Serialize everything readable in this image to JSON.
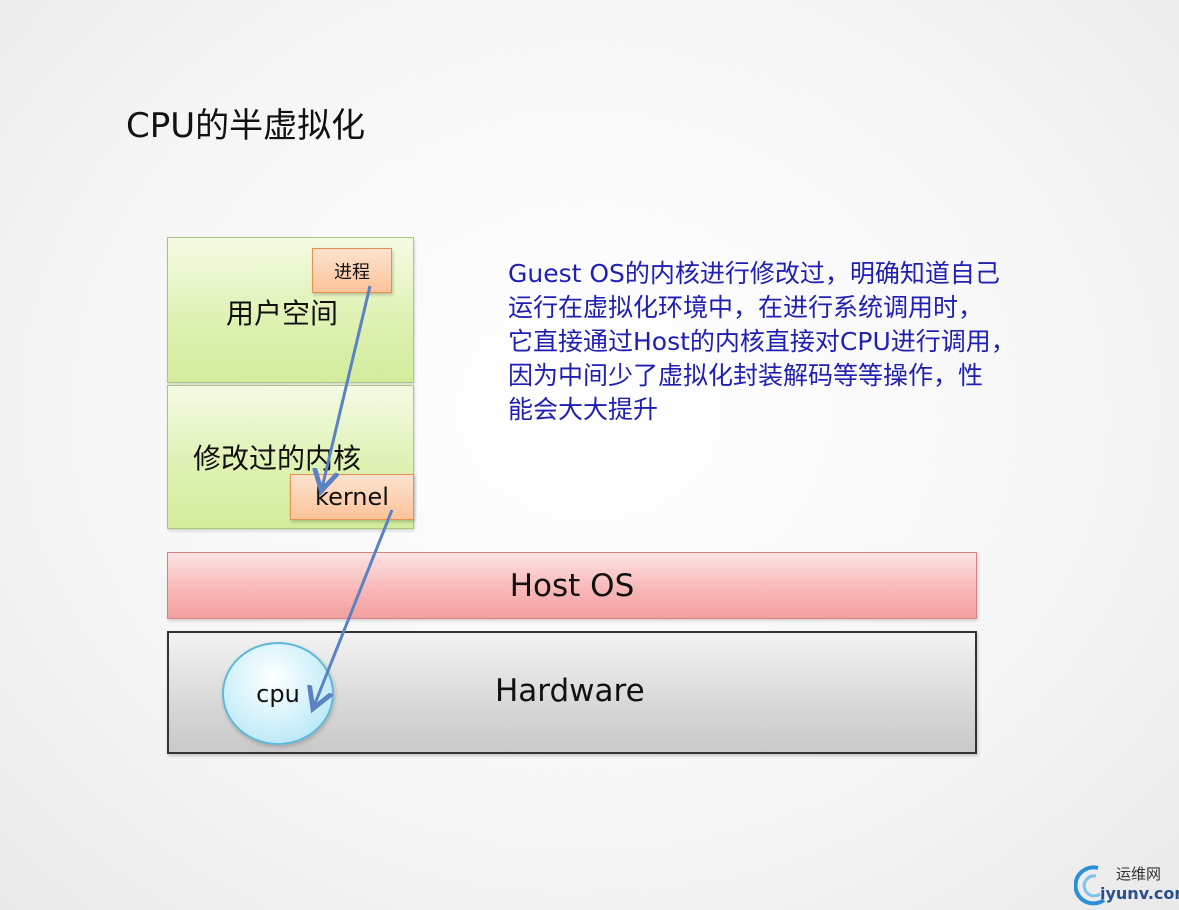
{
  "title": "CPU的半虚拟化",
  "guest": {
    "user_space_label": "用户空间",
    "process_label": "进程",
    "kernel_space_label": "修改过的内核",
    "kernel_label": "kernel"
  },
  "host_os_label": "Host OS",
  "hardware": {
    "label": "Hardware",
    "cpu_label": "cpu"
  },
  "description_lines": [
    "Guest OS的内核进行修改过，明确知道自己",
    "运行在虚拟化环境中，在进行系统调用时，",
    "它直接通过Host的内核直接对CPU进行调用，",
    "因为中间少了虚拟化封装解码等等操作，性",
    "能会大大提升"
  ],
  "colors": {
    "description_text": "#1f1fb2",
    "arrow": "#5b82c2"
  },
  "watermark": {
    "name_cn": "运维网",
    "domain": "iyunv.com"
  }
}
